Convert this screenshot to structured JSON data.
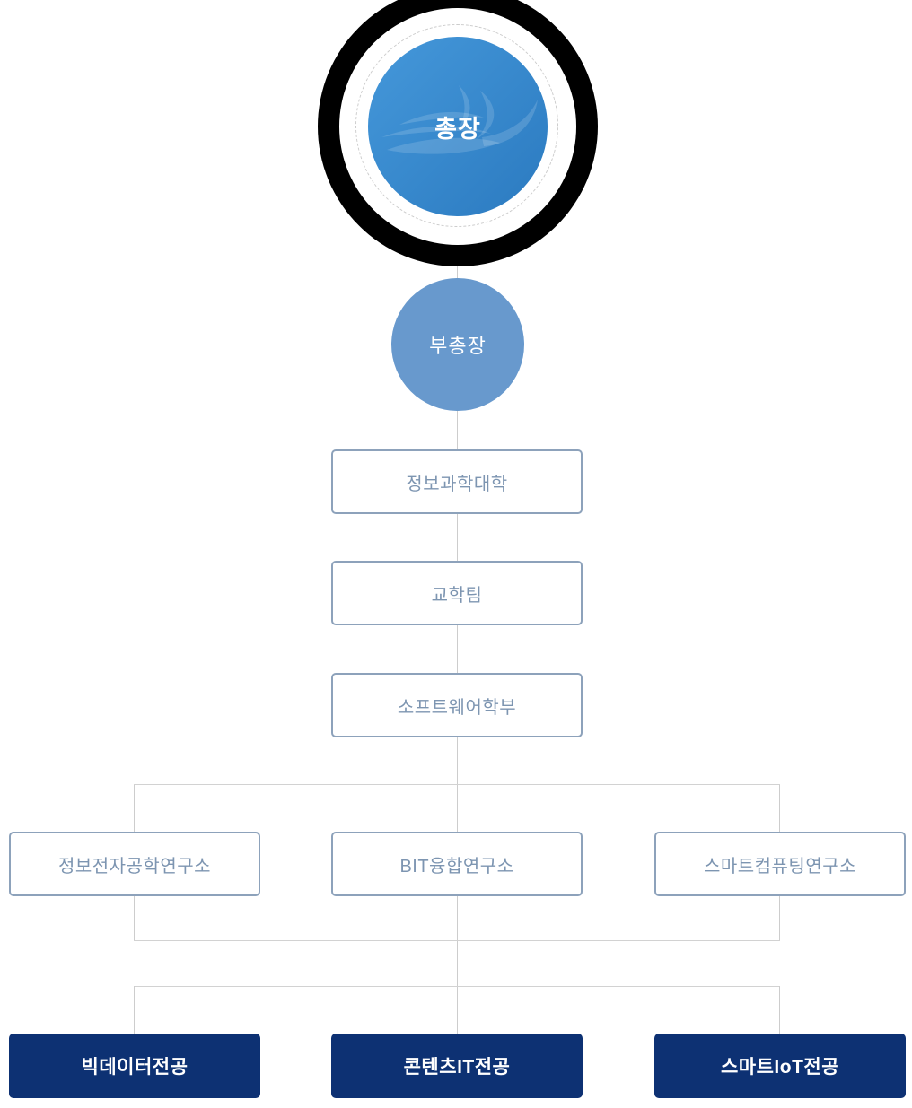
{
  "org_chart": {
    "president": "총장",
    "vice_president": "부총장",
    "college": "정보과학대학",
    "academic_team": "교학팀",
    "software_school": "소프트웨어학부",
    "institutes": [
      "정보전자공학연구소",
      "BIT융합연구소",
      "스마트컴퓨팅연구소"
    ],
    "majors": [
      "빅데이터전공",
      "콘텐츠IT전공",
      "스마트IoT전공"
    ],
    "colors": {
      "president_gradient_start": "#4598da",
      "president_gradient_end": "#2b7ac0",
      "president_outer_ring": "#000000",
      "vice_president_fill": "#6899cd",
      "outline_box_border": "#8da2bb",
      "outline_box_text": "#7d95b1",
      "major_box_fill": "#0d3173",
      "major_box_text": "#ffffff",
      "connector_line": "#cdcdcd"
    }
  }
}
